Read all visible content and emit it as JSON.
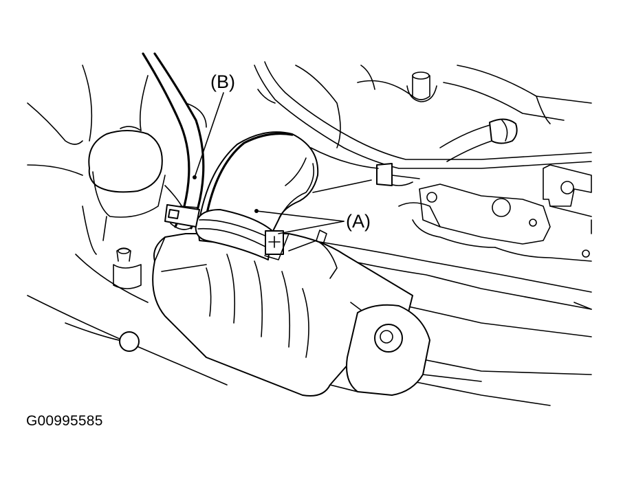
{
  "labels": {
    "a": "(A)",
    "b": "(B)"
  },
  "figure_id": "G00995585",
  "colors": {
    "line": "#000000",
    "background": "#ffffff"
  }
}
